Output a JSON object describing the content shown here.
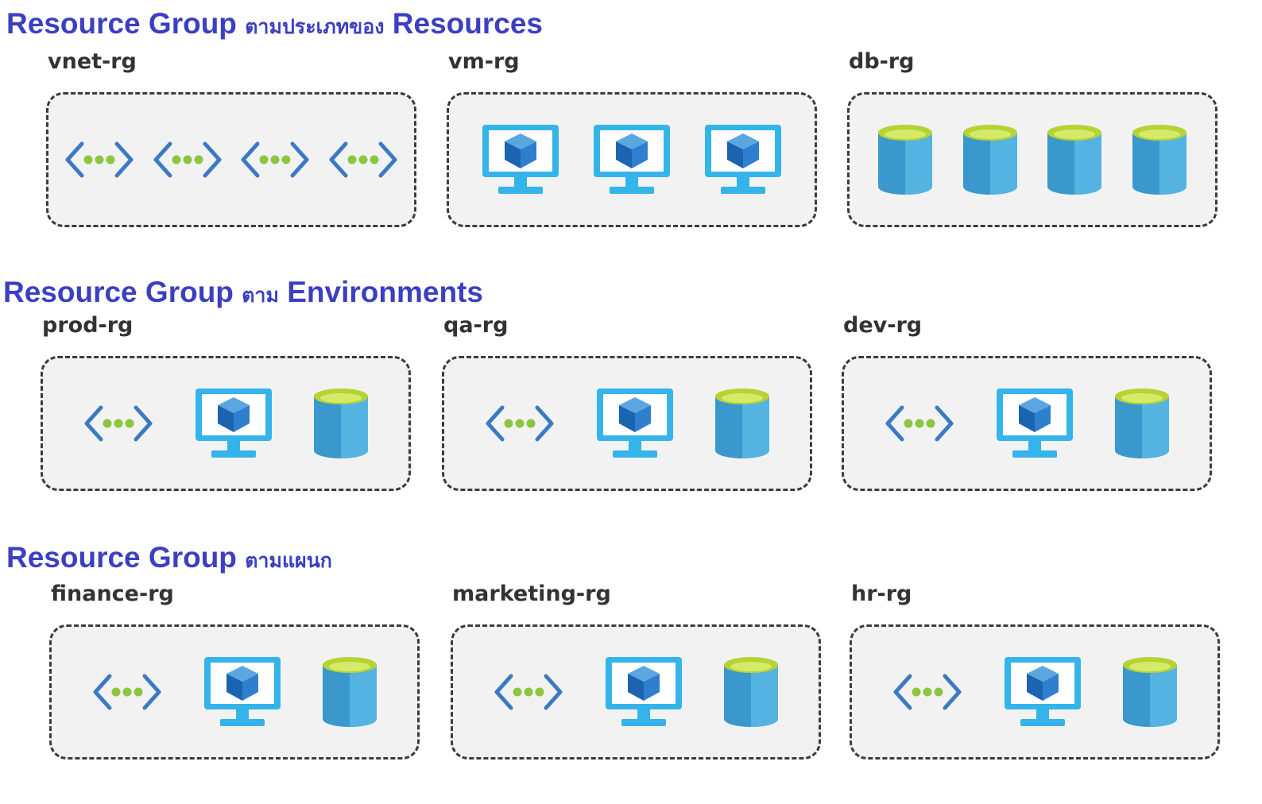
{
  "sections": [
    {
      "title_latin": "Resource Group",
      "title_thai": "ตามประเภทของ",
      "title_suffix": "Resources",
      "groups": [
        {
          "name": "vnet-rg",
          "icons": [
            "vnet-icon",
            "vnet-icon",
            "vnet-icon",
            "vnet-icon"
          ]
        },
        {
          "name": "vm-rg",
          "icons": [
            "vm-icon",
            "vm-icon",
            "vm-icon"
          ]
        },
        {
          "name": "db-rg",
          "icons": [
            "database-icon",
            "database-icon",
            "database-icon",
            "database-icon"
          ]
        }
      ]
    },
    {
      "title_latin": "Resource Group",
      "title_thai": "ตาม",
      "title_suffix": "Environments",
      "groups": [
        {
          "name": "prod-rg",
          "icons": [
            "vnet-icon",
            "vm-icon",
            "database-icon"
          ]
        },
        {
          "name": "qa-rg",
          "icons": [
            "vnet-icon",
            "vm-icon",
            "database-icon"
          ]
        },
        {
          "name": "dev-rg",
          "icons": [
            "vnet-icon",
            "vm-icon",
            "database-icon"
          ]
        }
      ]
    },
    {
      "title_latin": "Resource Group",
      "title_thai": "ตามแผนก",
      "title_suffix": "",
      "groups": [
        {
          "name": "finance-rg",
          "icons": [
            "vnet-icon",
            "vm-icon",
            "database-icon"
          ]
        },
        {
          "name": "marketing-rg",
          "icons": [
            "vnet-icon",
            "vm-icon",
            "database-icon"
          ]
        },
        {
          "name": "hr-rg",
          "icons": [
            "vnet-icon",
            "vm-icon",
            "database-icon"
          ]
        }
      ]
    }
  ],
  "colors": {
    "title": "#3b3fc1",
    "vnet_bracket": "#3b79c4",
    "vnet_dots": "#8cc63f",
    "vm_screen": "#34b4ea",
    "vm_cube": "#1c63b0",
    "db_body": "#3a98cd",
    "db_top": "#b5d334"
  }
}
